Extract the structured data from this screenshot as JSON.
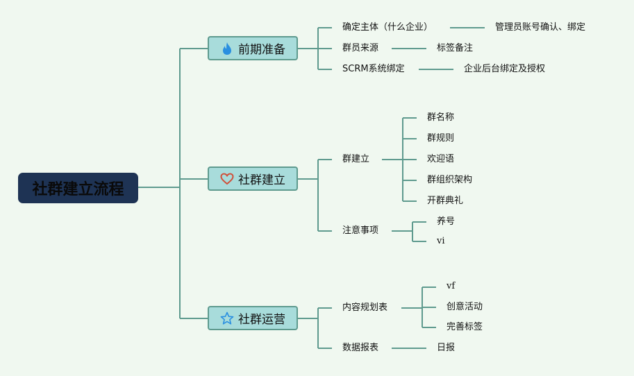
{
  "root": {
    "label": "社群建立流程"
  },
  "colors": {
    "background": "#f0f8f0",
    "line": "#5e9a8e",
    "root_fill": "#1e3354",
    "branch_fill": "#a8dcdb",
    "fire_icon": "#2a8fe0",
    "heart_icon": "#d0503a",
    "star_icon": "#2a8fe0"
  },
  "branches": [
    {
      "label": "前期准备",
      "icon": "fire-icon",
      "children": [
        {
          "label": "确定主体（什么企业）",
          "children": [
            {
              "label": "管理员账号确认、绑定"
            }
          ]
        },
        {
          "label": "群员来源",
          "children": [
            {
              "label": "标签备注"
            }
          ]
        },
        {
          "label": "SCRM系统绑定",
          "children": [
            {
              "label": "企业后台绑定及授权"
            }
          ]
        }
      ]
    },
    {
      "label": "社群建立",
      "icon": "heart-icon",
      "children": [
        {
          "label": "群建立",
          "children": [
            {
              "label": "群名称"
            },
            {
              "label": "群规则"
            },
            {
              "label": "欢迎语"
            },
            {
              "label": "群组织架构"
            },
            {
              "label": "开群典礼"
            }
          ]
        },
        {
          "label": "注意事项",
          "children": [
            {
              "label": "养号"
            },
            {
              "label": "vi"
            }
          ]
        }
      ]
    },
    {
      "label": "社群运营",
      "icon": "star-icon",
      "children": [
        {
          "label": "内容规划表",
          "children": [
            {
              "label": "vf"
            },
            {
              "label": "创意活动"
            },
            {
              "label": "完善标签"
            }
          ]
        },
        {
          "label": "数据报表",
          "children": [
            {
              "label": "日报"
            }
          ]
        }
      ]
    }
  ]
}
